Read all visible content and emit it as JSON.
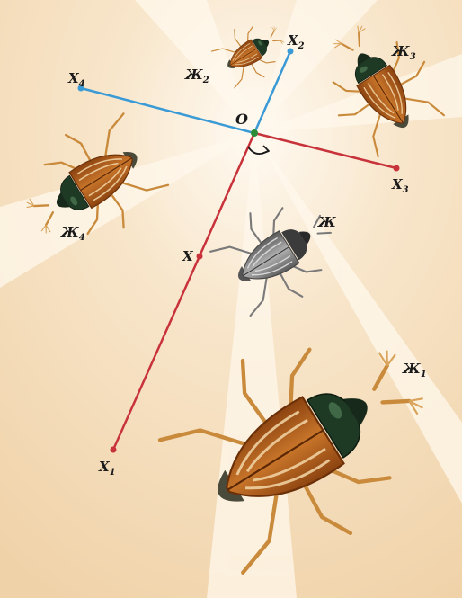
{
  "labels": {
    "o": "O",
    "x": "X",
    "x1_base": "X",
    "x1_sub": "1",
    "x2_base": "X",
    "x2_sub": "2",
    "x3_base": "X",
    "x3_sub": "3",
    "x4_base": "X",
    "x4_sub": "4",
    "zh": "Ж",
    "zh1_base": "Ж",
    "zh1_sub": "1",
    "zh2_base": "Ж",
    "zh2_sub": "2",
    "zh3_base": "Ж",
    "zh3_sub": "3",
    "zh4_base": "Ж",
    "zh4_sub": "4"
  },
  "colors": {
    "background": "#f7e3c6",
    "light_ray": "#fff6e8",
    "red_segment": "#c8323a",
    "blue_segment": "#3a9ad6",
    "center_point": "#2e8b3a",
    "beetle_body": "#b5651d",
    "beetle_stripe": "#f3d7a8",
    "beetle_head": "#1f3a24",
    "beetle_gray": "#8a8a8a",
    "beetle_gray_head": "#3b3b3b",
    "legs": "#c98a3c"
  }
}
